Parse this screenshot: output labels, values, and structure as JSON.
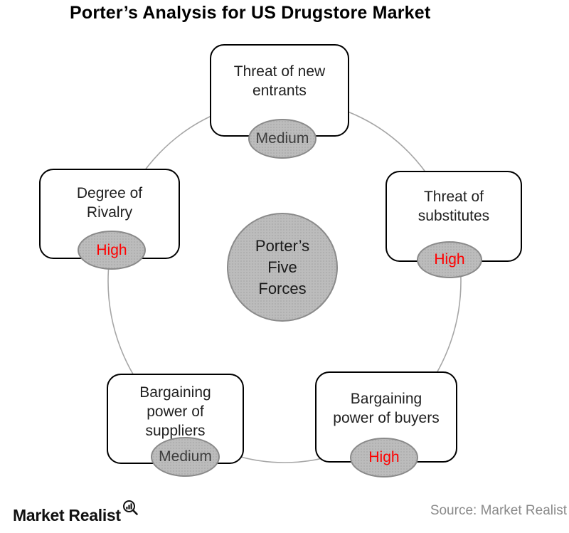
{
  "title": "Porter’s Analysis for US Drugstore Market",
  "center": {
    "label": "Porter’s\nFive\nForces"
  },
  "nodes": [
    {
      "id": "threat-of-new-entrants",
      "label": "Threat of new\nentrants",
      "rating": "Medium"
    },
    {
      "id": "degree-of-rivalry",
      "label": "Degree of\nRivalry",
      "rating": "High"
    },
    {
      "id": "threat-of-substitutes",
      "label": "Threat of\nsubstitutes",
      "rating": "High"
    },
    {
      "id": "bargaining-power-of-suppliers",
      "label": "Bargaining\npower of\nsuppliers",
      "rating": "Medium"
    },
    {
      "id": "bargaining-power-of-buyers",
      "label": "Bargaining\npower of buyers",
      "rating": "High"
    }
  ],
  "footer": {
    "logo_text": "Market Realist",
    "source": "Source: Market Realist"
  },
  "colors": {
    "status-high": "#ff0000",
    "status-medium": "#3d3d3d",
    "gray-fill": "#bcbcbc",
    "gray-border": "#8a8a8a",
    "arc-color": "#a6a6a6",
    "muted": "#8a8a8a"
  }
}
